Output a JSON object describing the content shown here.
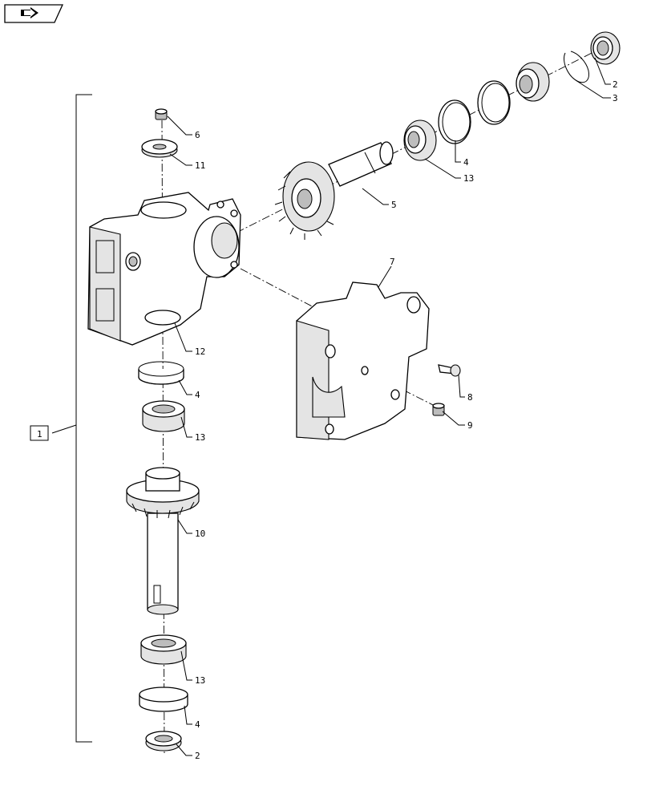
{
  "nav": {
    "icon": "next-page-arrow-icon"
  },
  "assembly": {
    "label": "1"
  },
  "callouts": [
    {
      "name": "callout-2-top",
      "text": "2"
    },
    {
      "name": "callout-3",
      "text": "3"
    },
    {
      "name": "callout-4-top",
      "text": "4"
    },
    {
      "name": "callout-13-top",
      "text": "13"
    },
    {
      "name": "callout-5",
      "text": "5"
    },
    {
      "name": "callout-6",
      "text": "6"
    },
    {
      "name": "callout-11",
      "text": "11"
    },
    {
      "name": "callout-7",
      "text": "7"
    },
    {
      "name": "callout-12",
      "text": "12"
    },
    {
      "name": "callout-8",
      "text": "8"
    },
    {
      "name": "callout-9",
      "text": "9"
    },
    {
      "name": "callout-4-mid",
      "text": "4"
    },
    {
      "name": "callout-13-mid",
      "text": "13"
    },
    {
      "name": "callout-10",
      "text": "10"
    },
    {
      "name": "callout-13-bottom",
      "text": "13"
    },
    {
      "name": "callout-4-bottom",
      "text": "4"
    },
    {
      "name": "callout-2-bottom",
      "text": "2"
    }
  ]
}
